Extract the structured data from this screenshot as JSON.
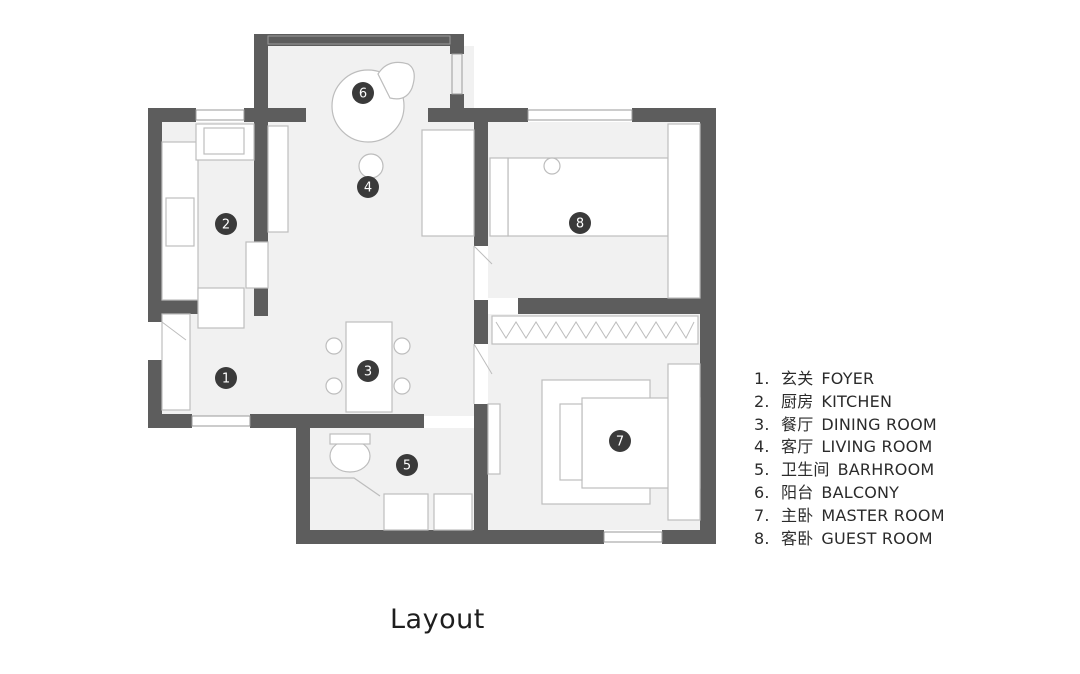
{
  "markers": [
    {
      "num": "1"
    },
    {
      "num": "2"
    },
    {
      "num": "3"
    },
    {
      "num": "4"
    },
    {
      "num": "5"
    },
    {
      "num": "6"
    },
    {
      "num": "7"
    },
    {
      "num": "8"
    }
  ],
  "legend": [
    {
      "num": "1.",
      "cn": "玄关",
      "en": "FOYER"
    },
    {
      "num": "2.",
      "cn": "厨房",
      "en": "KITCHEN"
    },
    {
      "num": "3.",
      "cn": "餐厅",
      "en": "DINING ROOM"
    },
    {
      "num": "4.",
      "cn": "客厅",
      "en": "LIVING ROOM"
    },
    {
      "num": "5.",
      "cn": "卫生间",
      "en": "BARHROOM"
    },
    {
      "num": "6.",
      "cn": "阳台",
      "en": "BALCONY"
    },
    {
      "num": "7.",
      "cn": "主卧",
      "en": "MASTER ROOM"
    },
    {
      "num": "8.",
      "cn": "客卧",
      "en": "GUEST ROOM"
    }
  ],
  "caption": "Layout",
  "colors": {
    "wall": "#5d5d5d",
    "floor": "#f1f1f1",
    "marker": "#3a3a3a",
    "line": "#bdbdbd"
  }
}
